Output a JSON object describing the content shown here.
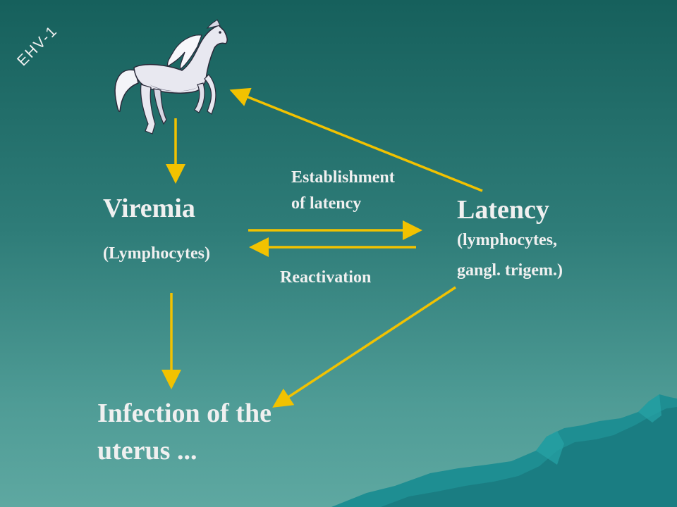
{
  "tag": "EHV-1",
  "nodes": {
    "viremia": {
      "title": "Viremia",
      "subtitle": "(Lymphocytes)"
    },
    "latency": {
      "title": "Latency",
      "subtitle_line1": "(lymphocytes,",
      "subtitle_line2": "gangl. trigem.)"
    },
    "infection": {
      "line1": "Infection of the",
      "line2": "uterus ..."
    }
  },
  "edges": {
    "establishment": {
      "line1": "Establishment",
      "line2": "of latency"
    },
    "reactivation": {
      "label": "Reactivation"
    }
  },
  "icons": {
    "horse": "rearing-horse-icon",
    "mountains": "mountain-range"
  },
  "colors": {
    "background_top": "#16605c",
    "background_bottom": "#5ea8a1",
    "arrow": "#f2c200",
    "text": "#f0f0f0",
    "mountain": "#1f8d8f"
  }
}
